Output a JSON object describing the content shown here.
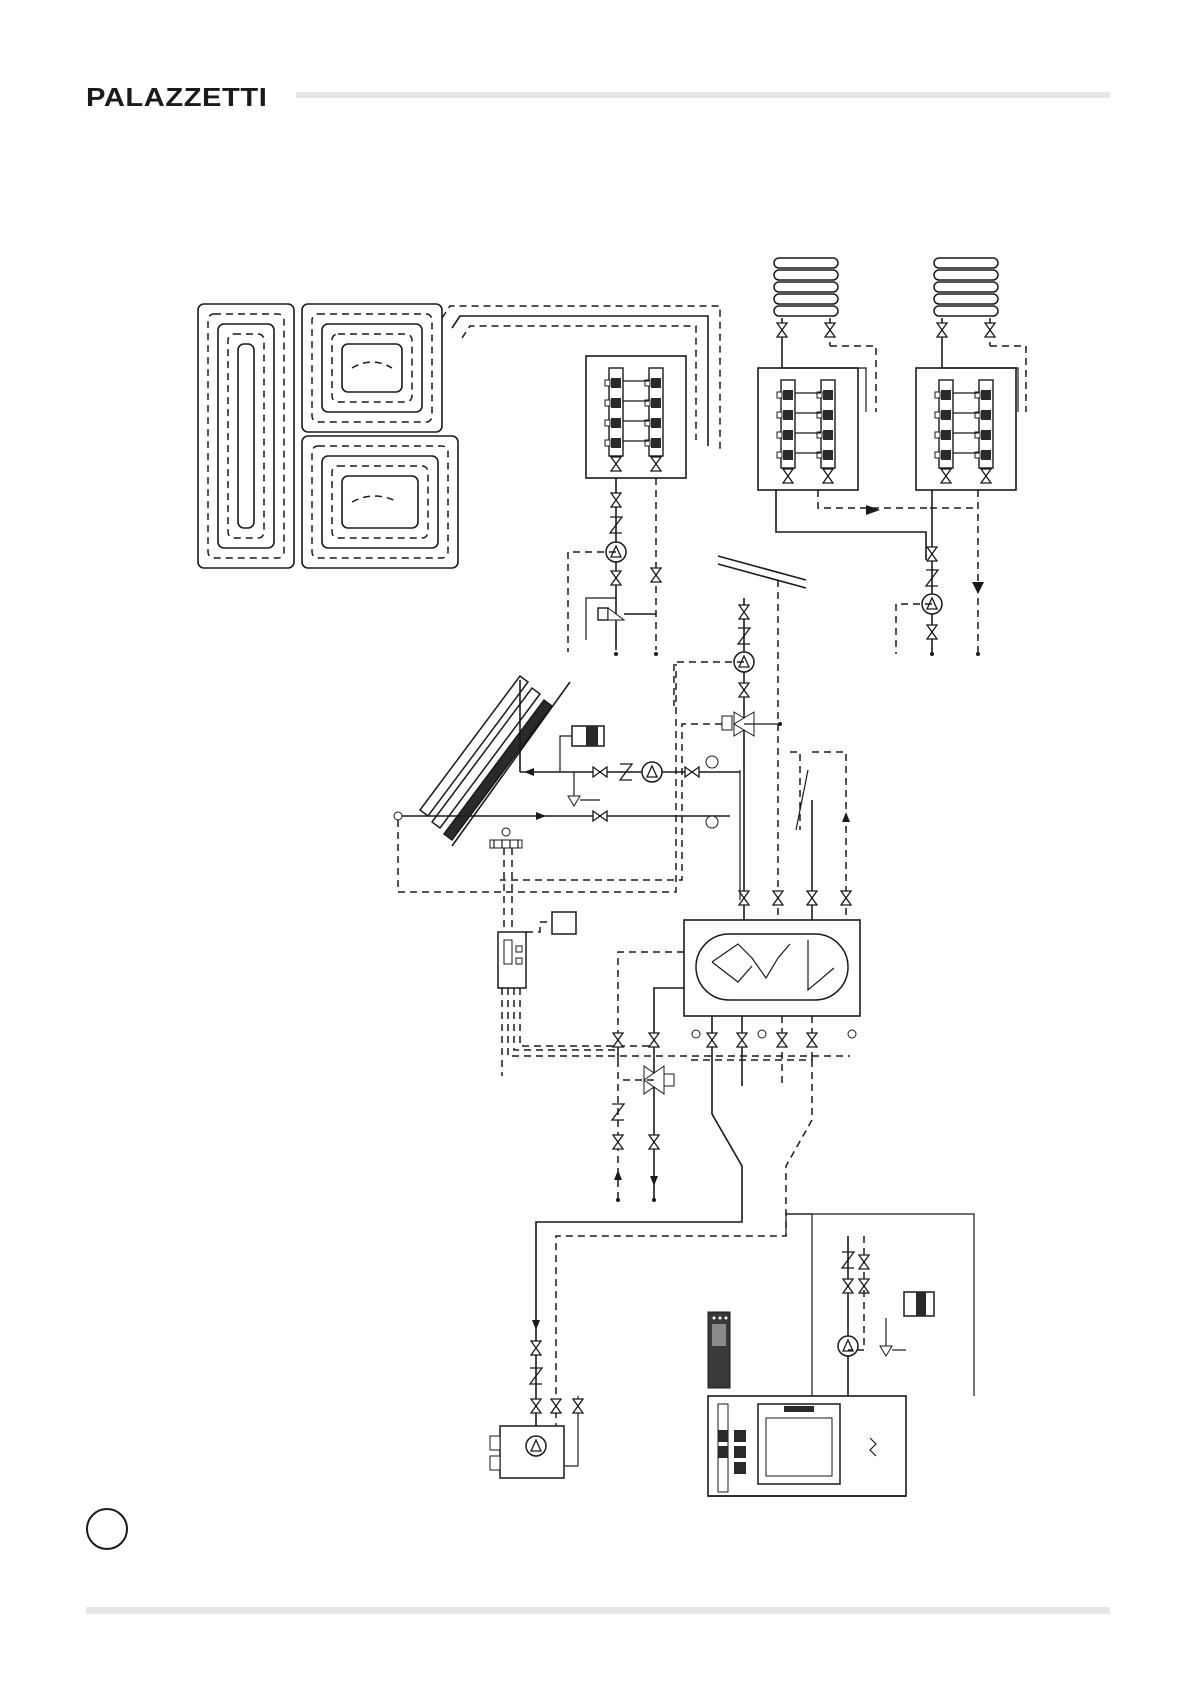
{
  "header": {
    "brand": "PALAZZETTI",
    "brand_color": "#1a1a1a",
    "rule_color": "#e6e6e6"
  },
  "diagram": {
    "components": [
      "floor-heating-circuits",
      "floor-heating-manifold",
      "radiator-left",
      "radiator-right",
      "radiator-manifold-left",
      "radiator-manifold-right",
      "solar-collector",
      "solar-pump-station",
      "solar-controller",
      "storage-tank",
      "pellet-boiler",
      "boiler-control-panel",
      "auxiliary-boiler",
      "expansion-vessel",
      "circulation-pump",
      "mixing-valve",
      "check-valve",
      "shut-off-valve",
      "thermometer"
    ]
  },
  "footer": {
    "rule_color": "#e6e6e6"
  }
}
